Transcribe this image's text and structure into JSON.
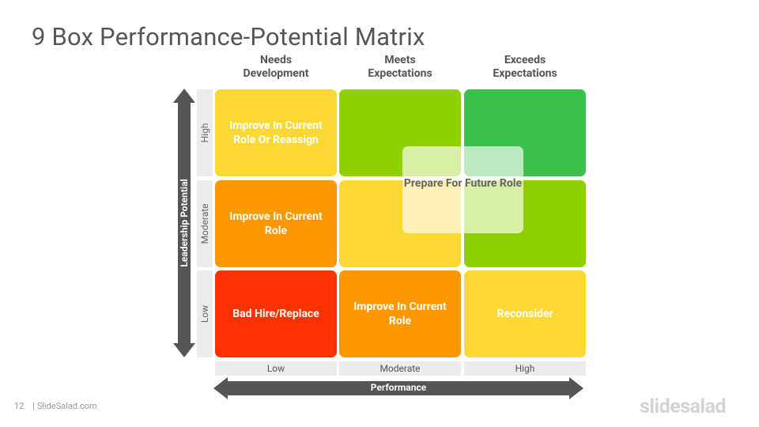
{
  "title": "9 Box Performance-Potential Matrix",
  "columns": [
    {
      "header": "Needs\nDevelopment",
      "label": "Low"
    },
    {
      "header": "Meets\nExpectations",
      "label": "Moderate"
    },
    {
      "header": "Exceeds\nExpectations",
      "label": "High"
    }
  ],
  "rows": [
    {
      "label": "High"
    },
    {
      "label": "Moderate"
    },
    {
      "label": "Low"
    }
  ],
  "cells": [
    {
      "text": "Improve In Current Role Or Reassign",
      "color": "#fdd835"
    },
    {
      "text": "",
      "color": "#8fd100"
    },
    {
      "text": "",
      "color": "#3cc04a"
    },
    {
      "text": "Improve In Current Role",
      "color": "#fb9800"
    },
    {
      "text": "",
      "color": "#fdd835"
    },
    {
      "text": "",
      "color": "#8fd100"
    },
    {
      "text": "Bad Hire/Replace",
      "color": "#fb3200"
    },
    {
      "text": "Improve In Current Role",
      "color": "#fb9800"
    },
    {
      "text": "Reconsider",
      "color": "#fdd835"
    }
  ],
  "overlay_text": "Prepare For Future Role",
  "y_axis_label": "Leadership Potential",
  "x_axis_label": "Performance",
  "footer": {
    "page": "12",
    "source": "| SlideSalad.com"
  },
  "logo_text": "slidesalad",
  "arrow_color": "#555555"
}
